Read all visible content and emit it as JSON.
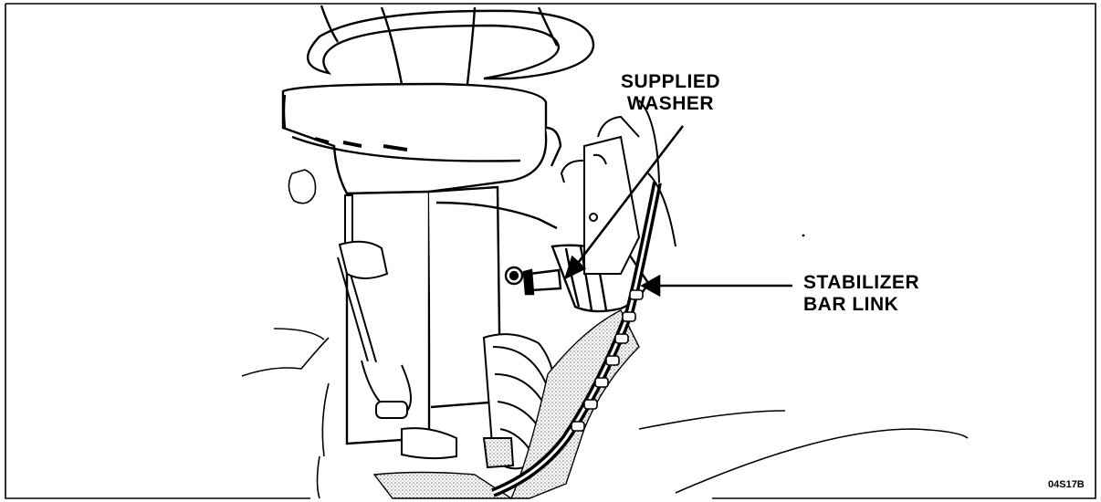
{
  "callouts": {
    "supplied_washer": [
      "SUPPLIED",
      "WASHER"
    ],
    "stabilizer_bar_link": [
      "STABILIZER",
      "BAR LINK"
    ]
  },
  "figure_id": "04S17B",
  "colors": {
    "ink": "#000000",
    "paper": "#ffffff",
    "shade": "#bdbdbd"
  }
}
